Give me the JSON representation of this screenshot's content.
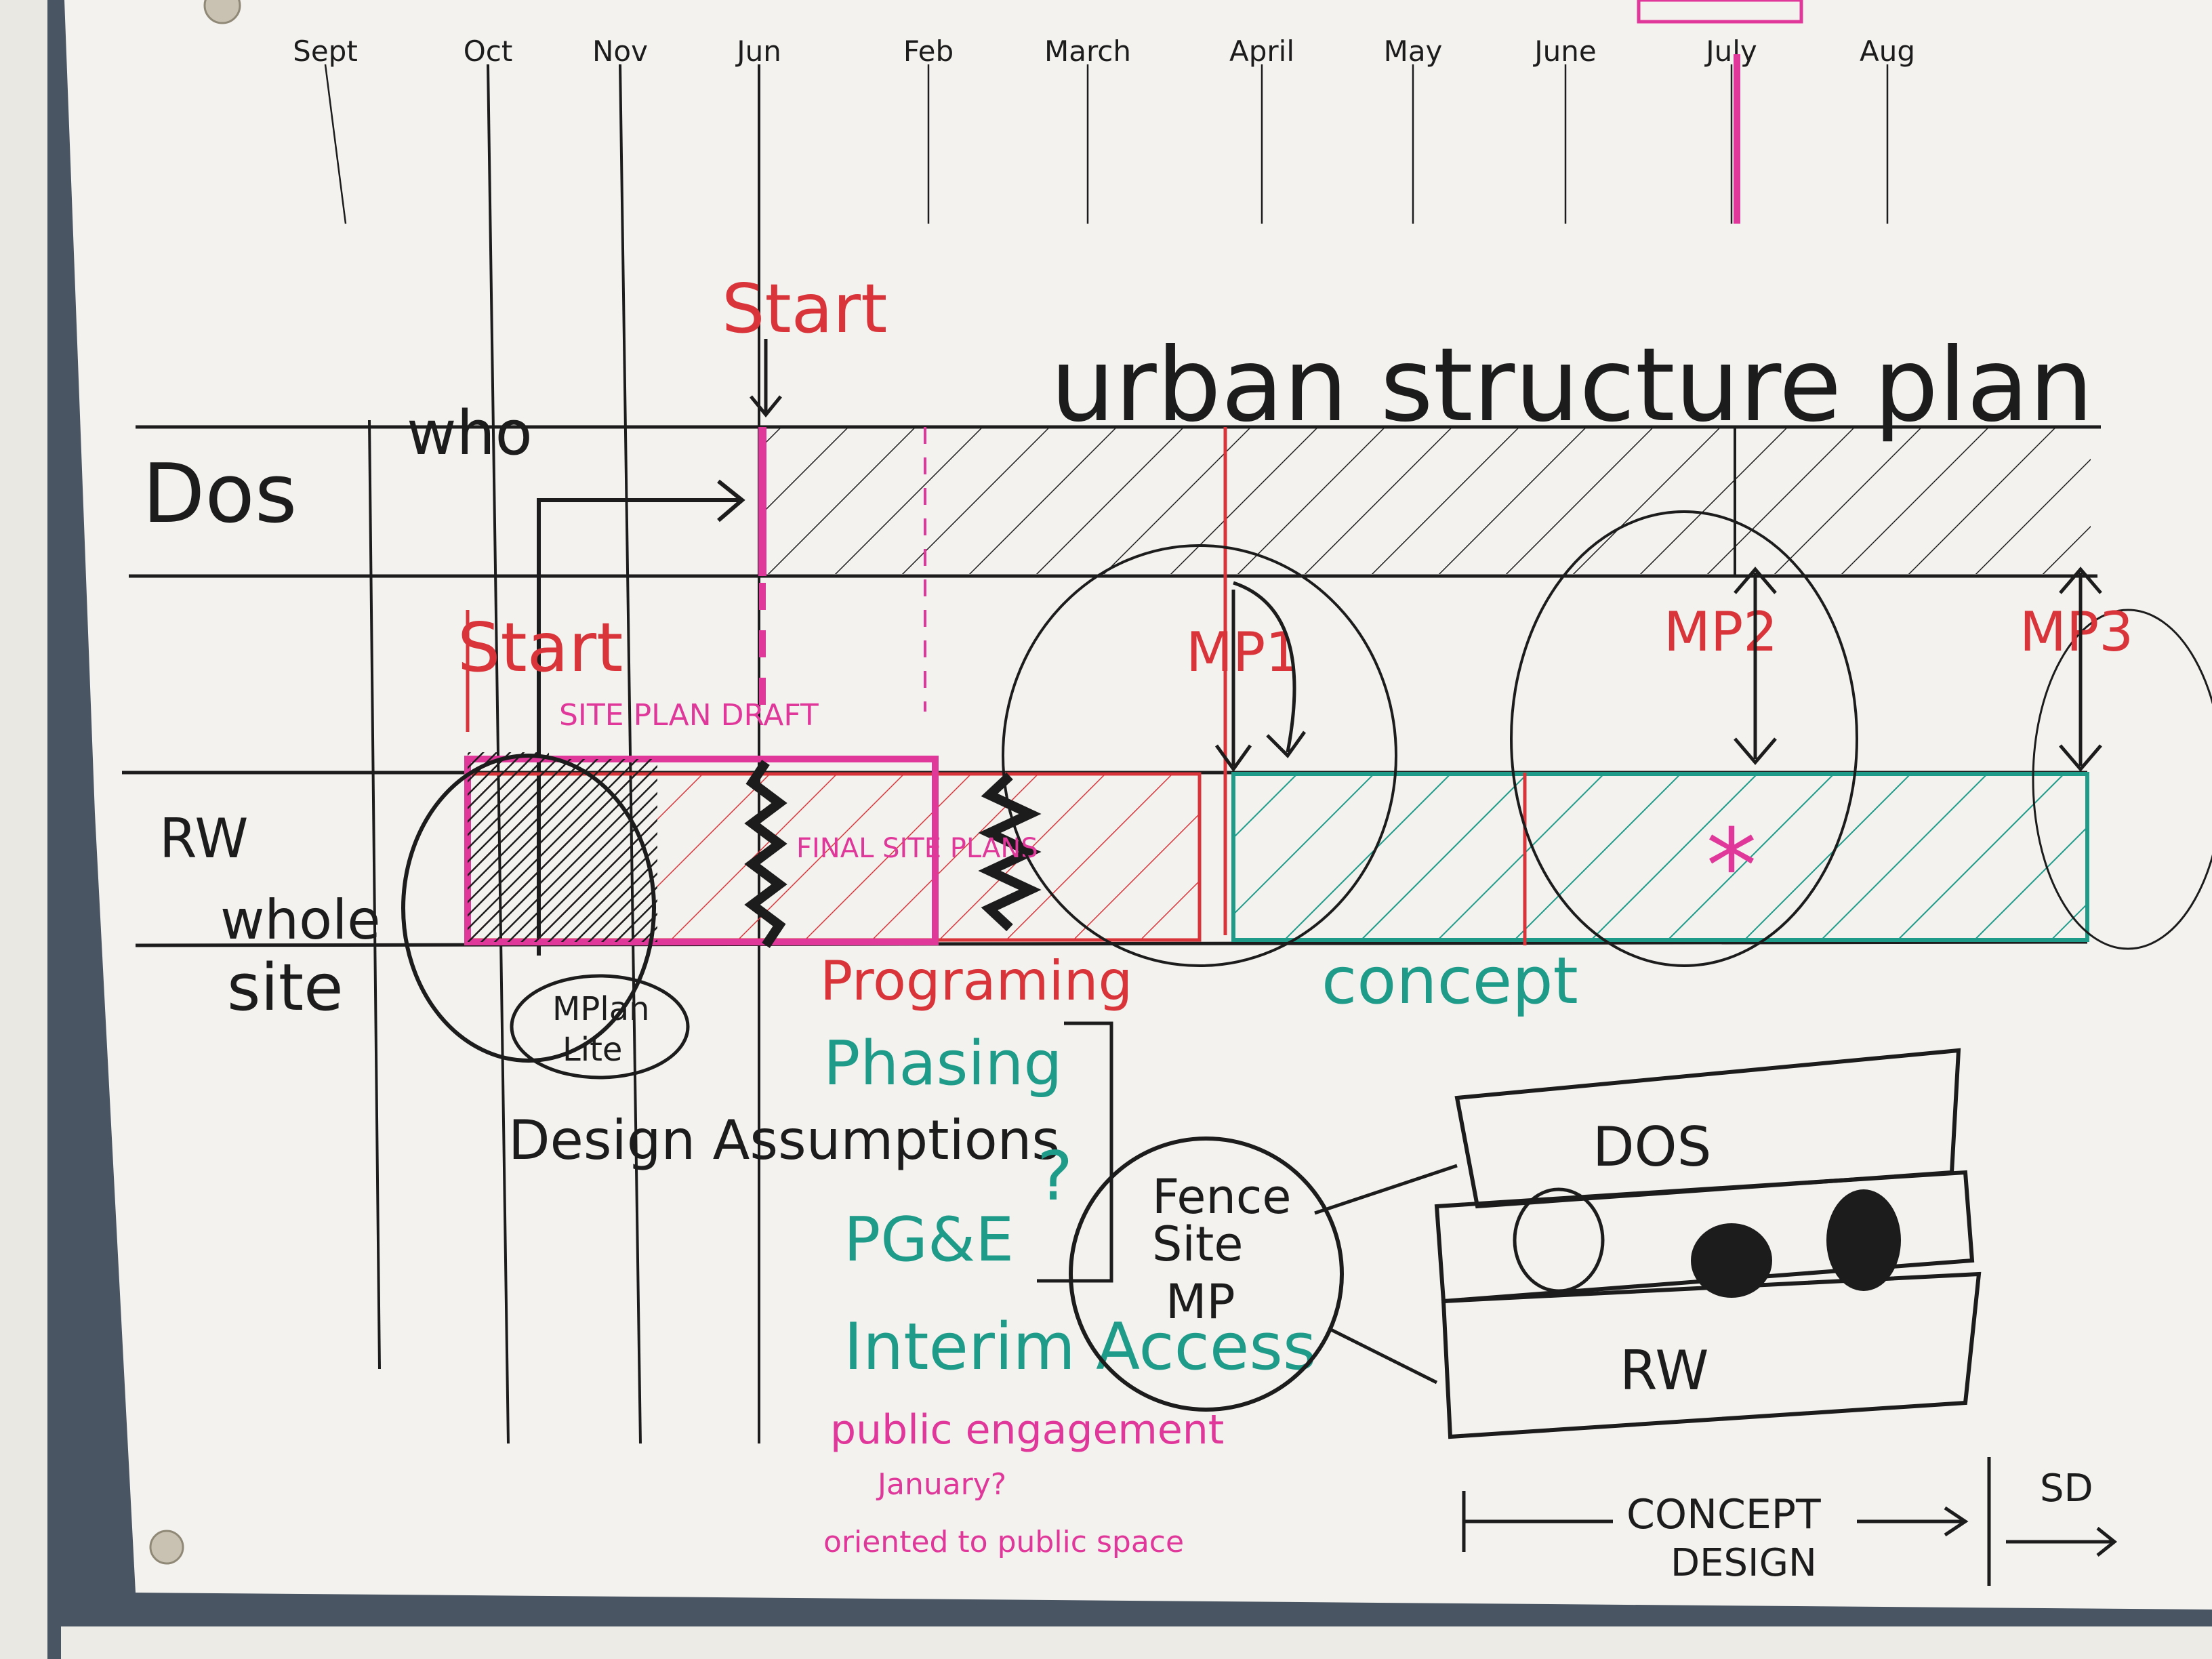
{
  "months": [
    "Sept",
    "Oct",
    "Nov",
    "Jun",
    "Feb",
    "March",
    "April",
    "May",
    "June",
    "July",
    "Aug"
  ],
  "header_tag": "",
  "title": "urban structure plan",
  "rows": {
    "dos": {
      "label": "Dos",
      "who": "who"
    },
    "rw": {
      "label": "RW",
      "who": "whole",
      "who2": "site"
    }
  },
  "start_dos": "Start",
  "start_rw": "Start",
  "site_plan_draft": "SITE PLAN DRAFT",
  "final_site_plans": "FINAL\nSITE PLANS",
  "milestones": [
    "MP1",
    "MP2",
    "MP3"
  ],
  "mplan_lite": {
    "line1": "MPlan",
    "line2": "Lite"
  },
  "programing": "Programing",
  "concept": "concept",
  "list": {
    "phasing": "Phasing",
    "design_assumptions": "Design Assumptions",
    "pge": "PG&E",
    "interim_access": "Interim Access",
    "question": "?",
    "public_engagement": "public engagement",
    "january": "January?",
    "oriented": "oriented to public space"
  },
  "circle_labels": {
    "line1": "Fence",
    "line2": "Site",
    "line3": "MP"
  },
  "mini_diagram": {
    "dos": "DOS",
    "rw": "RW"
  },
  "concept_design": {
    "line1": "CONCEPT",
    "line2": "DESIGN",
    "sd": "SD"
  },
  "colors": {
    "paper": "#f3f2ee",
    "board": "#4a5563",
    "ink_black": "#1c1c1c",
    "ink_red": "#d9343a",
    "ink_pink": "#e0389a",
    "ink_teal": "#1f9b8a"
  }
}
